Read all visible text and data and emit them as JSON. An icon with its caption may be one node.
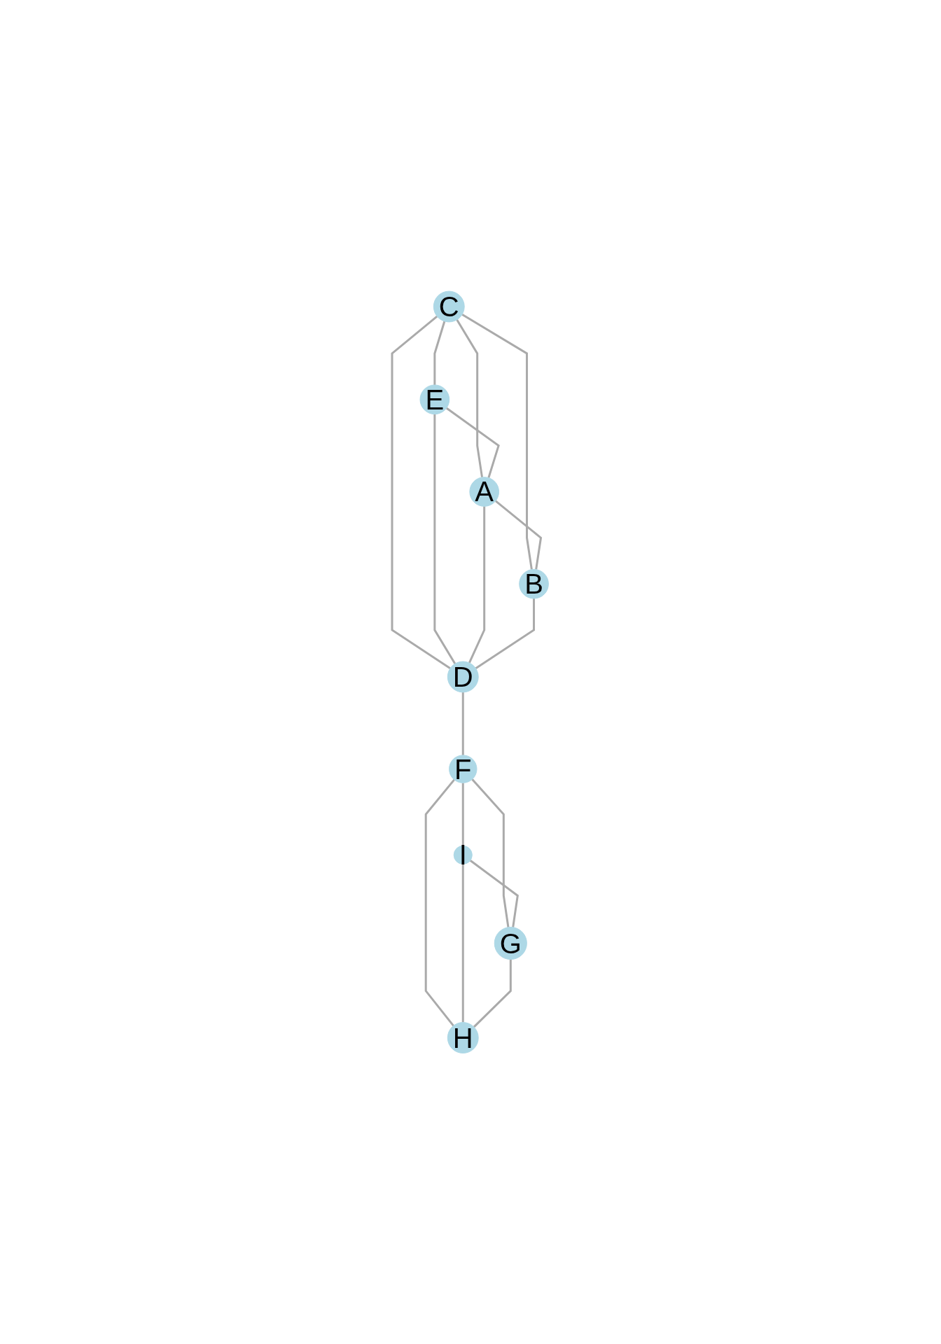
{
  "diagram": {
    "nodes": [
      {
        "text": [
          "C"
        ]
      },
      {
        "text": [
          "E"
        ]
      },
      {
        "text": [
          "A"
        ]
      },
      {
        "text": [
          "B"
        ]
      },
      {
        "text": [
          "D"
        ]
      },
      {
        "text": [
          "F"
        ]
      },
      {
        "text": [
          "I"
        ]
      },
      {
        "text": [
          "H"
        ]
      },
      {
        "text": [
          "G"
        ]
      }
    ],
    "edges": [
      {
        "from": 0,
        "to": 1,
        "arrow": "none"
      },
      {
        "from": 0,
        "to": 2,
        "arrow": "none"
      },
      {
        "from": 0,
        "to": 3,
        "arrow": "none"
      },
      {
        "from": 0,
        "to": 4,
        "arrow": "none"
      },
      {
        "from": 1,
        "to": 2,
        "arrow": "none"
      },
      {
        "from": 2,
        "to": 3,
        "arrow": "none"
      },
      {
        "from": 1,
        "to": 4,
        "arrow": "none"
      },
      {
        "from": 2,
        "to": 4,
        "arrow": "none"
      },
      {
        "from": 3,
        "to": 4,
        "arrow": "none"
      },
      {
        "from": 4,
        "to": 5,
        "arrow": "none"
      },
      {
        "from": 5,
        "to": 6,
        "arrow": "none"
      },
      {
        "from": 5,
        "to": 8,
        "arrow": "none"
      },
      {
        "from": 5,
        "to": 7,
        "arrow": "none"
      },
      {
        "from": 6,
        "to": 7,
        "arrow": "none"
      },
      {
        "from": 6,
        "to": 8,
        "arrow": "none"
      },
      {
        "from": 8,
        "to": 7,
        "arrow": "none"
      }
    ]
  }
}
